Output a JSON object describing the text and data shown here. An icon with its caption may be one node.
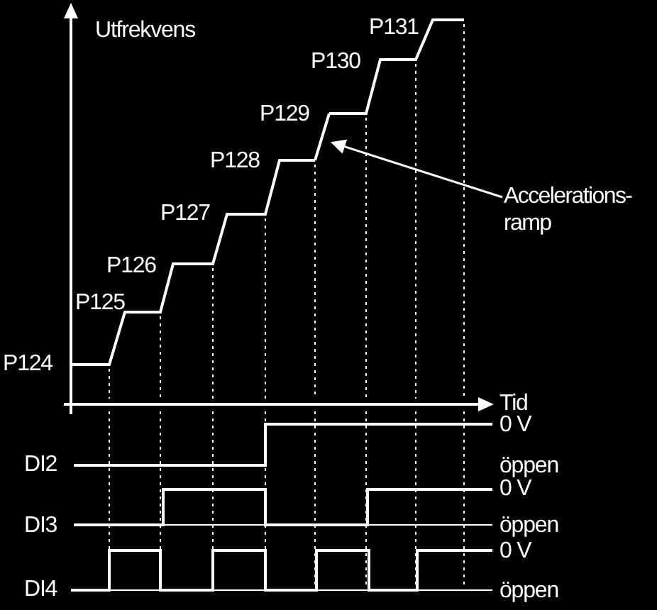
{
  "diagram": {
    "nodes": [
      {
        "text": [
          "Accelerations- ramp"
        ]
      },
      {
        "text": [],
        "shape": "line"
      }
    ],
    "edges": [
      {
        "from": 0,
        "to": 1,
        "arrow": "to"
      }
    ],
    "labels": [
      "Utfrekvens",
      "P131",
      "P130",
      "P129",
      "P128",
      "P127",
      "P126",
      "P125",
      "P124",
      "Tid",
      "0 V",
      "DI2",
      "öppen",
      "0 V",
      "DI3",
      "öppen",
      "0 V",
      "DI4",
      "öppen"
    ]
  }
}
